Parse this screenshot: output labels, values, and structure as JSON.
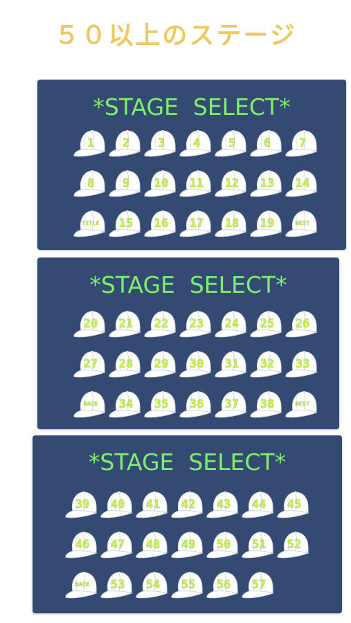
{
  "title": "５０以上のステージ",
  "panels": [
    {
      "heading": "*STAGE  SELECT*",
      "buttons": [
        "1",
        "2",
        "3",
        "4",
        "5",
        "6",
        "7",
        "8",
        "9",
        "10",
        "11",
        "12",
        "13",
        "14",
        "TITLE",
        "15",
        "16",
        "17",
        "18",
        "19",
        "NEXT"
      ]
    },
    {
      "heading": "*STAGE  SELECT*",
      "buttons": [
        "20",
        "21",
        "22",
        "23",
        "24",
        "25",
        "26",
        "27",
        "28",
        "29",
        "30",
        "31",
        "32",
        "33",
        "BACK",
        "34",
        "35",
        "36",
        "37",
        "38",
        "NEXT"
      ]
    },
    {
      "heading": "*STAGE  SELECT*",
      "buttons": [
        "39",
        "40",
        "41",
        "42",
        "43",
        "44",
        "45",
        "46",
        "47",
        "48",
        "49",
        "50",
        "51",
        "52",
        "BACK",
        "53",
        "54",
        "55",
        "56",
        "57"
      ]
    }
  ],
  "colors": {
    "title": "#f0c862",
    "panel_bg": "#344a73",
    "heading": "#7cf06a",
    "cap_label": "#c6f04a",
    "cap_body": "#ffffff"
  },
  "icons": {
    "stage_button": "baseball-cap-icon"
  }
}
